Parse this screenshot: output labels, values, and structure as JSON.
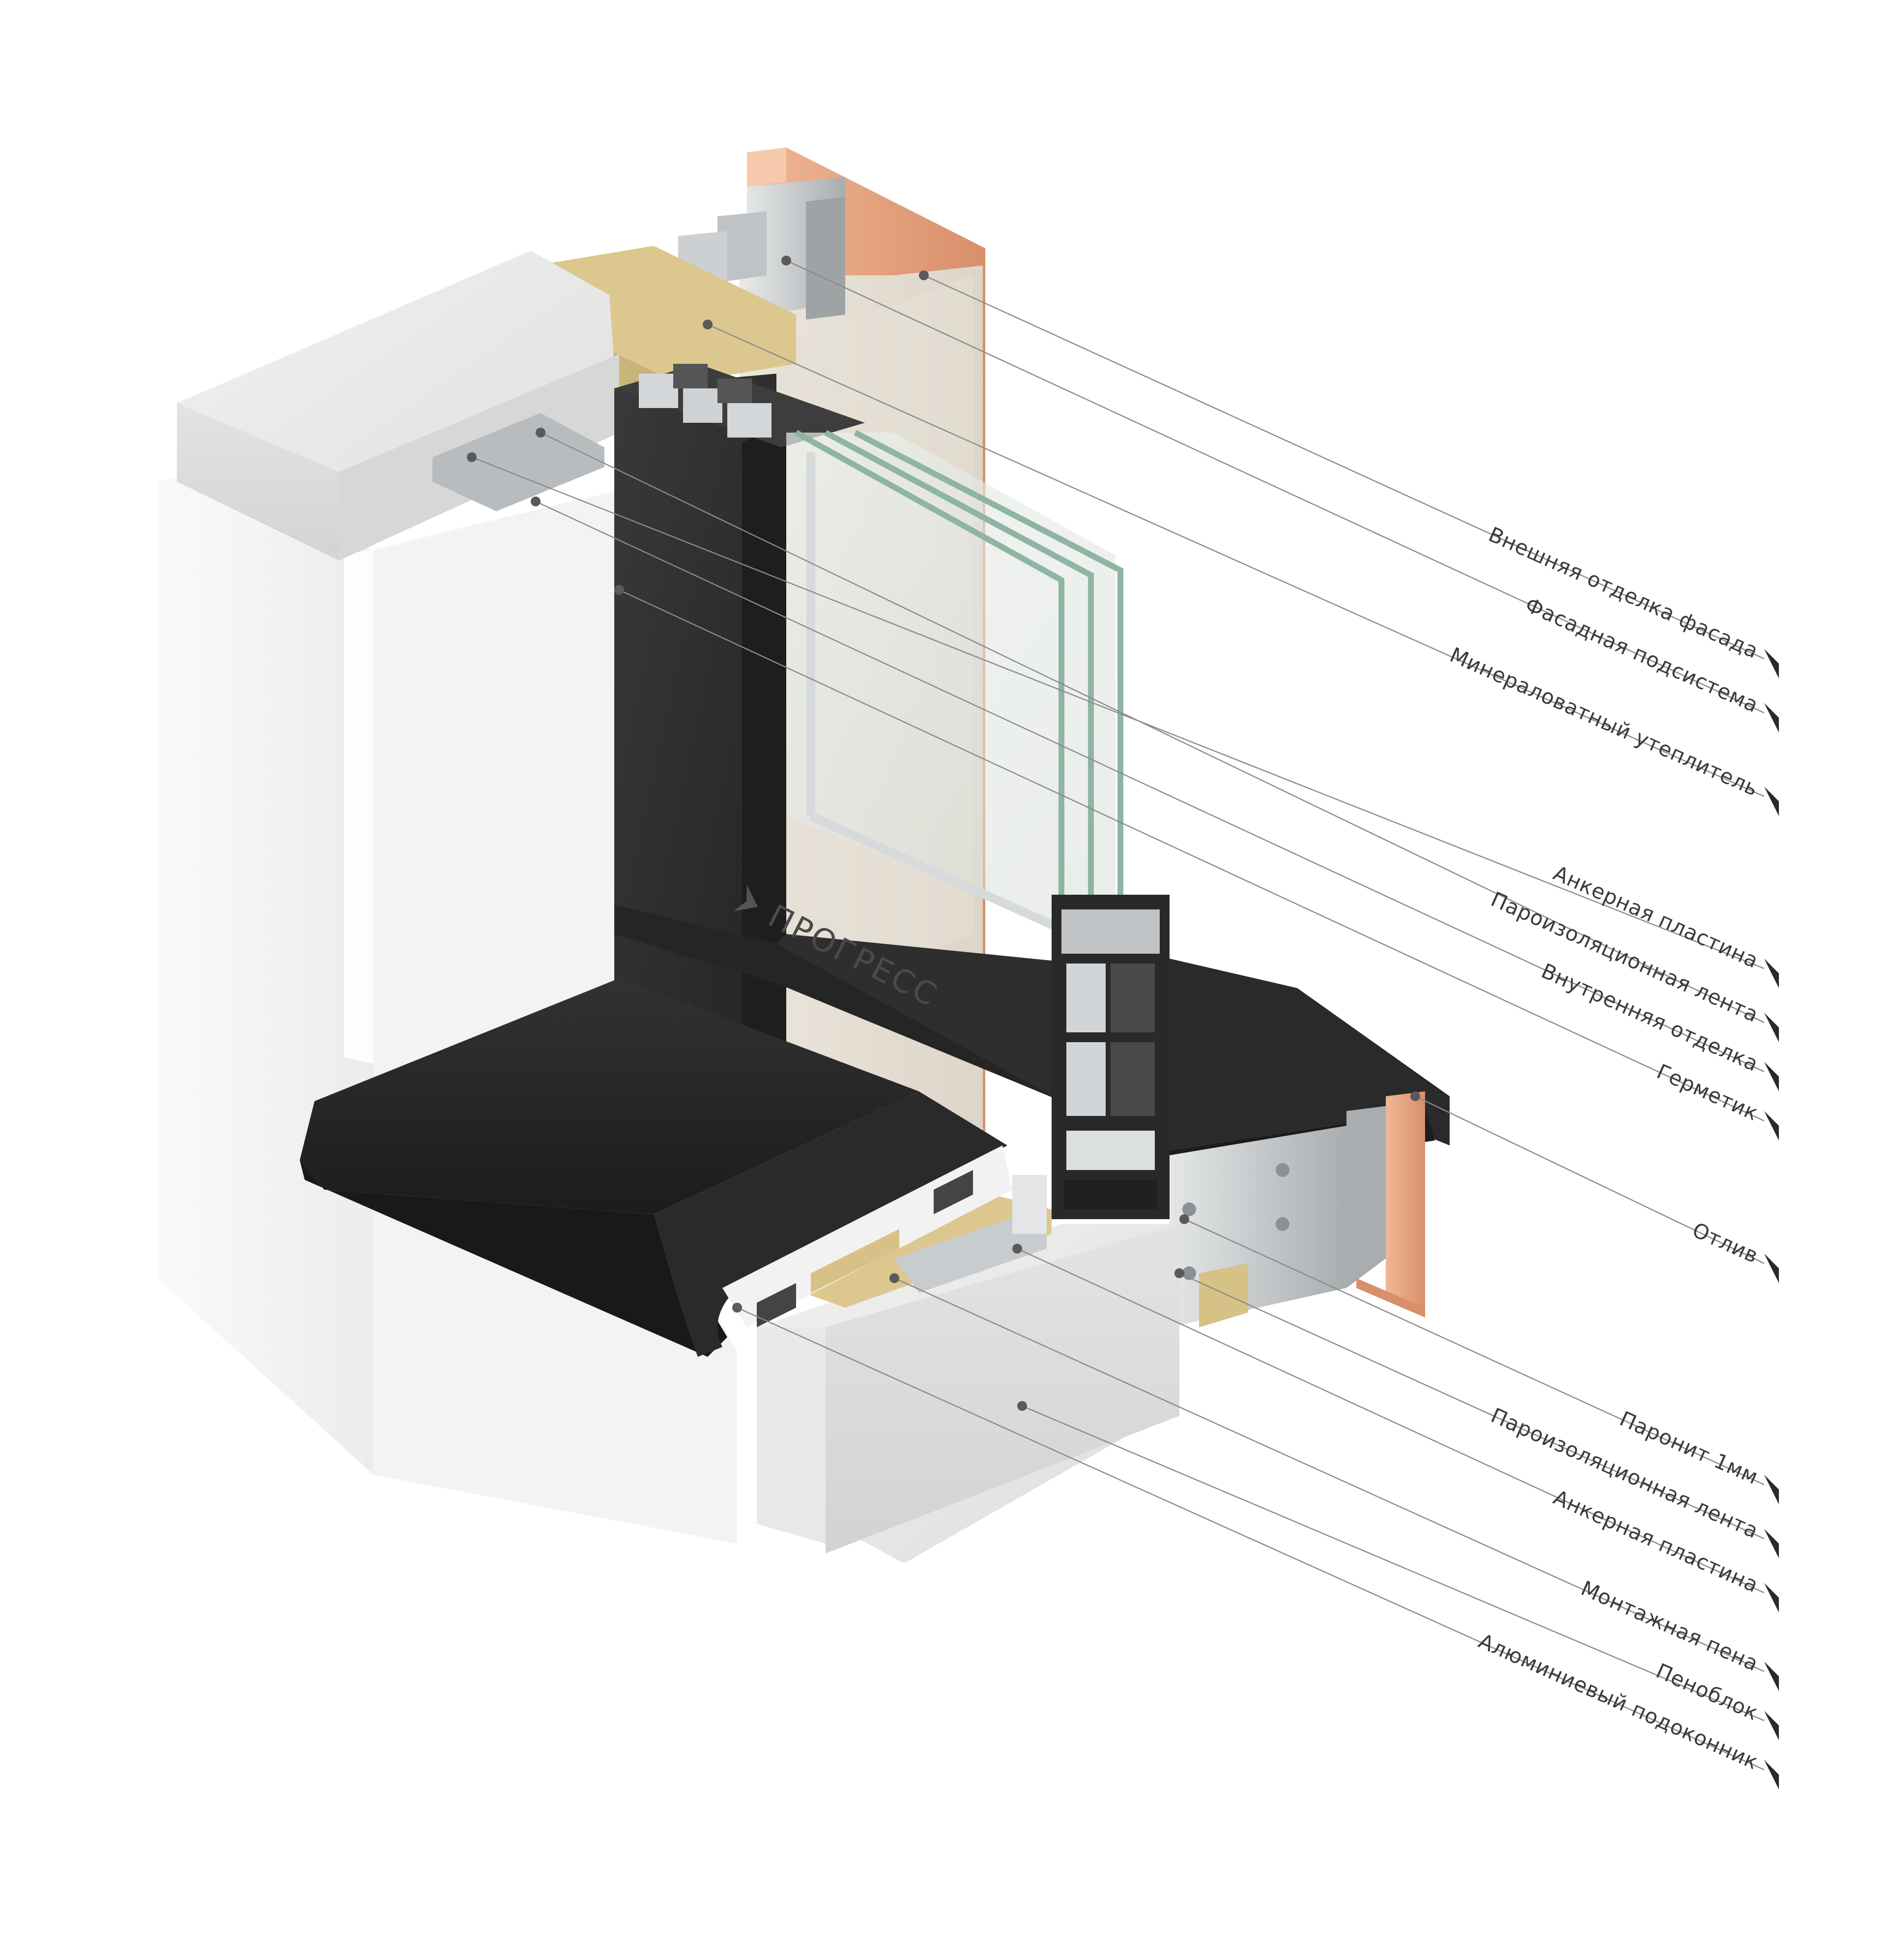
{
  "diagram": {
    "brand": "ПРОГРЕСС",
    "labels_top": [
      {
        "id": "facade-finish",
        "text": "Внешняя отделка фасада"
      },
      {
        "id": "facade-subsystem",
        "text": "Фасадная подсистема"
      },
      {
        "id": "mineral-wool",
        "text": "Минераловатный утеплитель"
      },
      {
        "id": "anchor-plate-top",
        "text": "Анкерная пластина"
      },
      {
        "id": "vapor-tape-top",
        "text": "Пароизоляционная лента"
      },
      {
        "id": "interior-finish",
        "text": "Внутренняя отделка"
      },
      {
        "id": "sealant",
        "text": "Герметик"
      },
      {
        "id": "drip-sill",
        "text": "Отлив"
      }
    ],
    "labels_bottom": [
      {
        "id": "paronite",
        "text": "Паронит 1мм"
      },
      {
        "id": "vapor-tape-bottom",
        "text": "Пароизоляционная лента"
      },
      {
        "id": "anchor-plate-bottom",
        "text": "Анкерная пластина"
      },
      {
        "id": "mounting-foam",
        "text": "Монтажная пена"
      },
      {
        "id": "foam-block",
        "text": "Пеноблок"
      },
      {
        "id": "aluminium-sill",
        "text": "Алюминиевый подоконник"
      }
    ],
    "colors": {
      "frame": "#2d2c2c",
      "frame_dark": "#1f1e1e",
      "concrete": "#e7e7e5",
      "wall_white": "#f7f7f7",
      "brick": "#e8a784",
      "insulation": "#d9c58a",
      "glass": "#9fc3b3",
      "metal": "#c9cccd",
      "leader": "#8a8a8a"
    }
  }
}
